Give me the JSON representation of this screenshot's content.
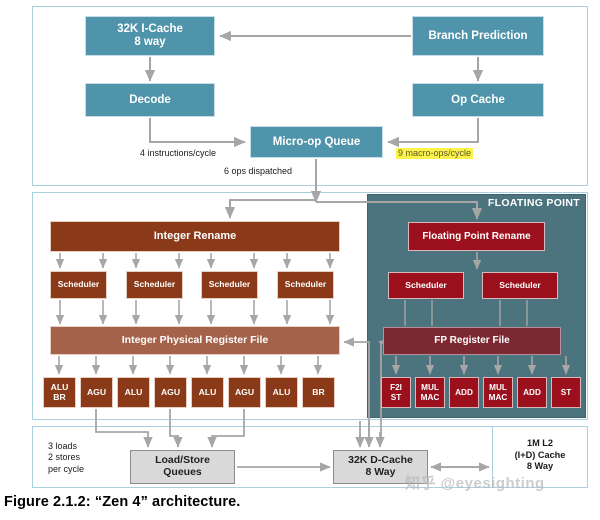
{
  "figure": {
    "caption": "Figure 2.1.2: “Zen 4” architecture.",
    "watermark": "知乎 @eyesighting"
  },
  "frontend": {
    "icache": "32K I-Cache\n8 way",
    "branch_prediction": "Branch Prediction",
    "decode": "Decode",
    "op_cache": "Op Cache",
    "micro_op_queue": "Micro-op Queue",
    "label_instructions": "4 instructions/cycle",
    "label_macro_ops": "9 macro-ops/cycle",
    "label_dispatch": "6 ops dispatched"
  },
  "integer": {
    "rename": "Integer Rename",
    "schedulers": [
      "Scheduler",
      "Scheduler",
      "Scheduler",
      "Scheduler"
    ],
    "register_file": "Integer Physical Register File",
    "execution_units": [
      "ALU\nBR",
      "AGU",
      "ALU",
      "AGU",
      "ALU",
      "AGU",
      "ALU",
      "BR"
    ]
  },
  "floating_point": {
    "title": "FLOATING POINT",
    "rename": "Floating Point Rename",
    "schedulers": [
      "Scheduler",
      "Scheduler"
    ],
    "register_file": "FP Register File",
    "execution_units": [
      "F2I\nST",
      "MUL\nMAC",
      "ADD",
      "MUL\nMAC",
      "ADD",
      "ST"
    ]
  },
  "memory": {
    "load_store_queues": "Load/Store\nQueues",
    "d_cache": "32K D-Cache\n8 Way",
    "l2_cache": "1M L2\n(I+D) Cache\n8 Way",
    "label_loads_stores": "3 loads\n2 stores\nper cycle"
  },
  "colors": {
    "teal_box": "#4f94ab",
    "integer_box": "#8a3a18",
    "integer_file": "#a5624a",
    "fp_box": "#9c101d",
    "fp_file": "#7b2832",
    "fp_panel": "#4c747f",
    "gray_box": "#d9d9d9",
    "panel_border": "#a9cfe0",
    "arrow": "#a6a6a6",
    "highlight": "#fbf24a"
  }
}
